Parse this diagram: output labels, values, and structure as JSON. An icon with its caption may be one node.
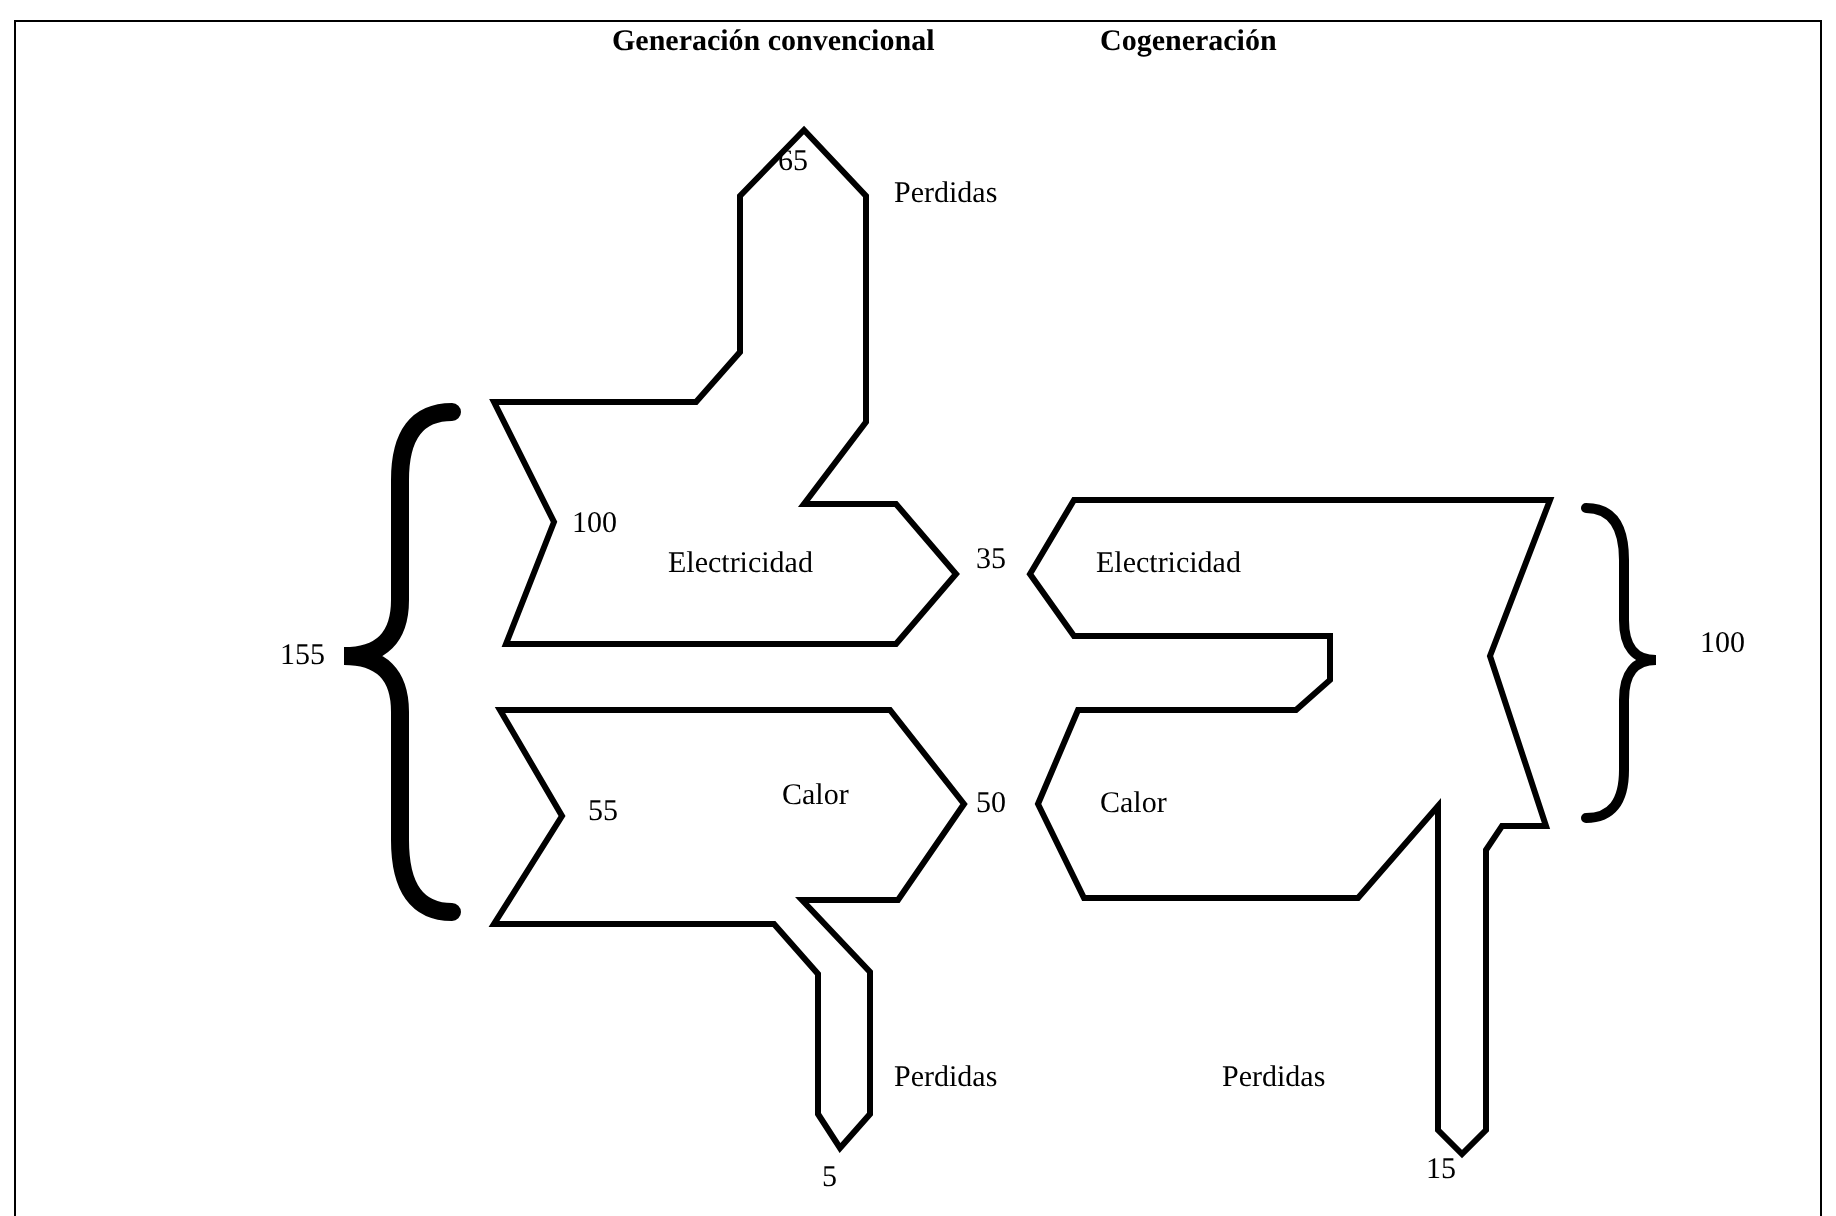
{
  "diagram": {
    "labels": [
      "Generación convencional",
      "Cogeneración",
      "65",
      "Perdidas",
      "100",
      "Electricidad",
      "35",
      "Electricidad",
      "155",
      "100",
      "55",
      "Calor",
      "50",
      "Calor",
      "Perdidas",
      "Perdidas",
      "5",
      "15"
    ]
  }
}
